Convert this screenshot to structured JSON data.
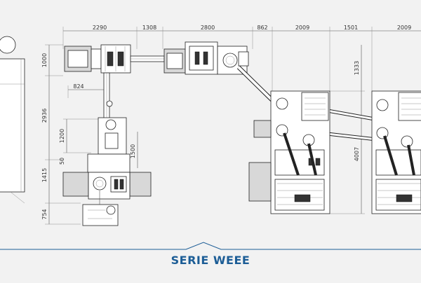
{
  "diagram": {
    "top_dimensions": [
      "2290",
      "1308",
      "2800",
      "862",
      "2009",
      "1501",
      "2009"
    ],
    "left_dimensions": [
      "1000",
      "2936",
      "1415",
      "754"
    ],
    "inner_dimensions": [
      "824",
      "1200",
      "50",
      "1500"
    ],
    "right_dimension": "1333",
    "right_tall_dimension": "4007"
  },
  "caption": "SERIE WEEE",
  "colors": {
    "accent": "#1c5d96",
    "background": "#f2f2f2",
    "drawing": "#222222"
  }
}
